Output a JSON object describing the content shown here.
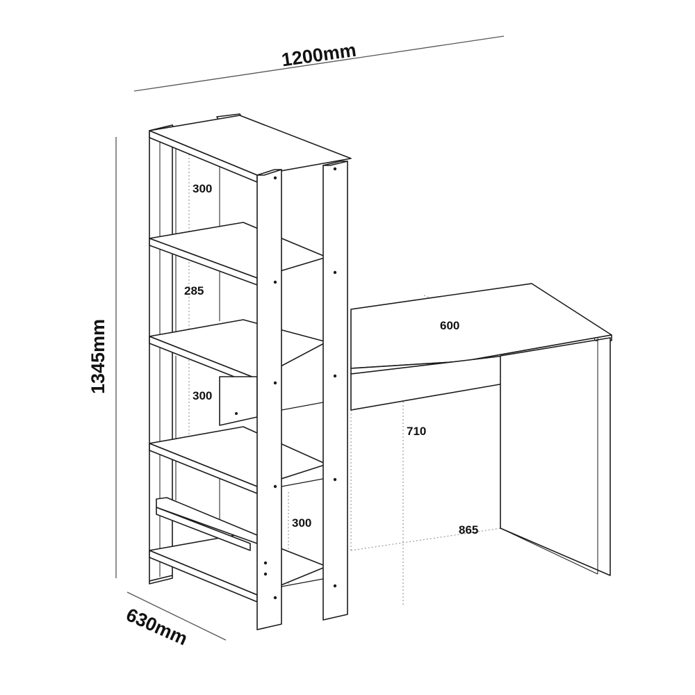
{
  "diagram": {
    "overall": {
      "width": "1200mm",
      "height": "1345mm",
      "depth": "630mm"
    },
    "shelf_spacing": {
      "top": "300",
      "second": "285",
      "third": "300",
      "bottom": "300"
    },
    "desk": {
      "depth": "600",
      "height": "710",
      "width": "865"
    }
  },
  "colors": {
    "line": "#1a1a1a",
    "dim_line": "#555555",
    "dotted": "#999999",
    "fill": "#ffffff"
  }
}
